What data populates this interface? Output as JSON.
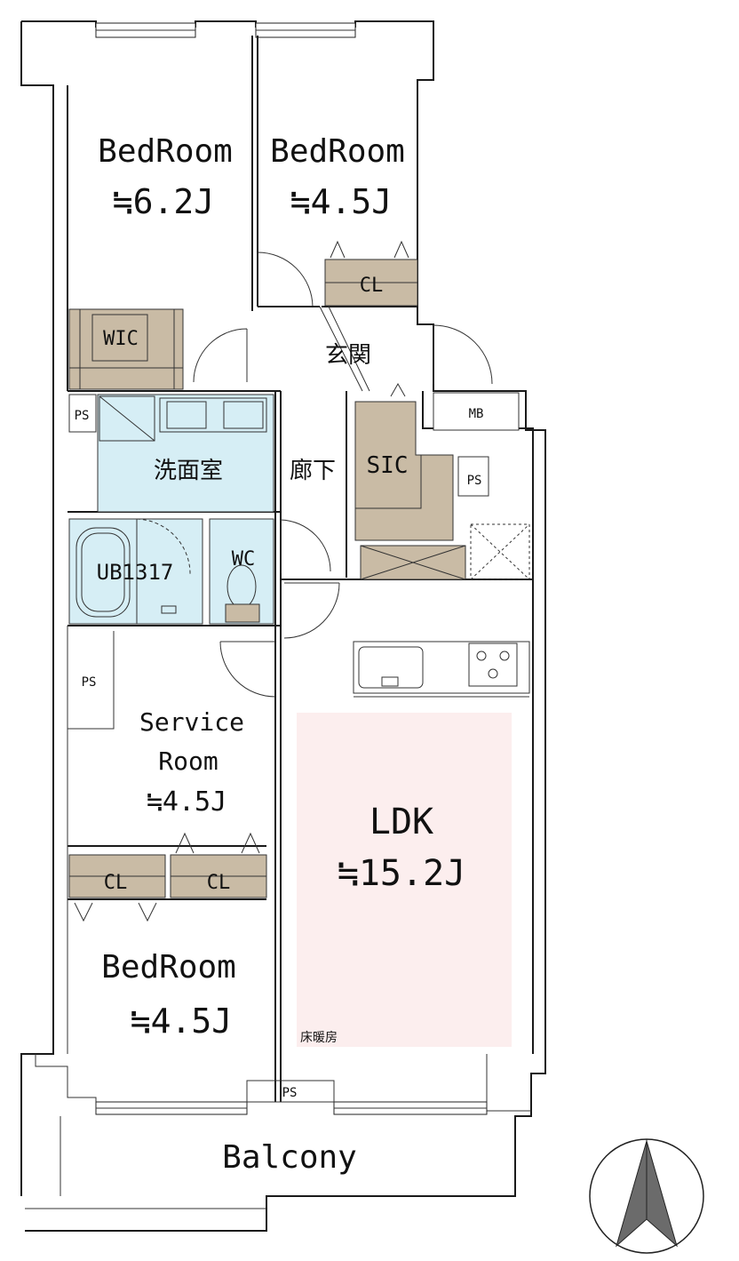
{
  "colors": {
    "storage": "#c9bba5",
    "wet_area": "#d6eef5",
    "ldk_floor_heating": "#fceeee",
    "wall": "#1a1a1a"
  },
  "rooms": {
    "bedroom_nw": {
      "name": "BedRoom",
      "size": "≒6.2J"
    },
    "bedroom_n": {
      "name": "BedRoom",
      "size": "≒4.5J"
    },
    "bedroom_sw": {
      "name": "BedRoom",
      "size": "≒4.5J"
    },
    "service_room": {
      "name_line1": "Service",
      "name_line2": "Room",
      "size": "≒4.5J"
    },
    "ldk": {
      "name": "LDK",
      "size": "≒15.2J",
      "note": "床暖房"
    },
    "entrance": "玄関",
    "hallway": "廊下",
    "washroom": "洗面室",
    "bath": "UB1317",
    "toilet": "WC",
    "balcony": "Balcony"
  },
  "storage": {
    "wic": "WIC",
    "cl_north": "CL",
    "sic": "SIC",
    "cl_sw_left": "CL",
    "cl_sw_right": "CL",
    "mb": "MB"
  },
  "pipe_spaces": {
    "ps_washroom": "PS",
    "ps_kitchen": "PS",
    "ps_service": "PS",
    "ps_balcony": "PS"
  },
  "compass": {
    "icon": "north-arrow-icon"
  }
}
